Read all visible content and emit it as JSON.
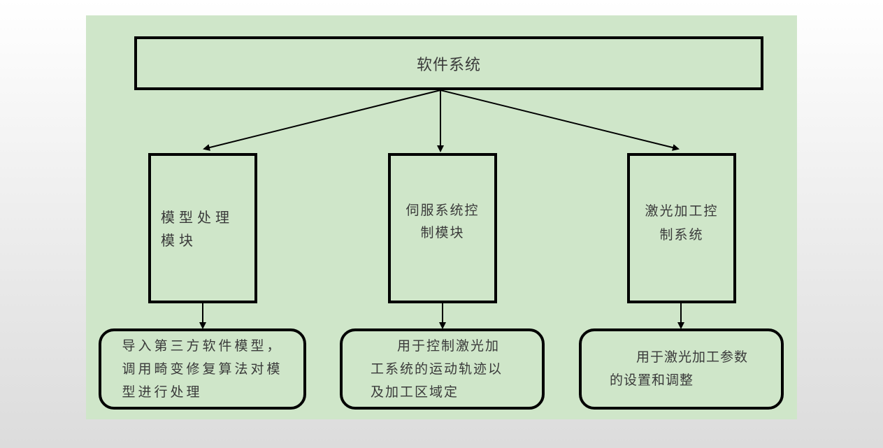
{
  "diagram": {
    "root": {
      "label": "软件系统"
    },
    "modules": [
      {
        "label": "模型处理模块",
        "description": "导入第三方软件模型，调用畸变修复算法对模型进行处理"
      },
      {
        "label": "伺服系统控制模块",
        "description": "用于控制激光加工系统的运动轨迹以及加工区域定"
      },
      {
        "label": "激光加工控制系统",
        "description": "用于激光加工参数的设置和调整"
      }
    ],
    "edges": [
      {
        "from": "软件系统",
        "to": "模型处理模块"
      },
      {
        "from": "软件系统",
        "to": "伺服系统控制模块"
      },
      {
        "from": "软件系统",
        "to": "激光加工控制系统"
      },
      {
        "from": "模型处理模块",
        "to": "导入第三方软件模型，调用畸变修复算法对模型进行处理"
      },
      {
        "from": "伺服系统控制模块",
        "to": "用于控制激光加工系统的运动轨迹以及加工区域定"
      },
      {
        "from": "激光加工控制系统",
        "to": "用于激光加工参数的设置和调整"
      }
    ]
  },
  "colors": {
    "panel_background": "#cfe6c9",
    "stroke": "#000000",
    "text": "#3a3a3a"
  }
}
